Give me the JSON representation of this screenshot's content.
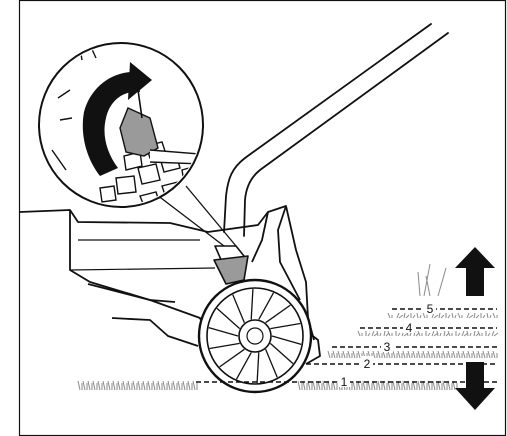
{
  "figure": {
    "height_levels": [
      "1",
      "2",
      "3",
      "4",
      "5"
    ],
    "arrows": {
      "up": "arrow-up-icon",
      "down": "arrow-down-icon"
    },
    "colors": {
      "line": "#111111",
      "grey": "#8a8a8a",
      "background": "#ffffff"
    }
  }
}
